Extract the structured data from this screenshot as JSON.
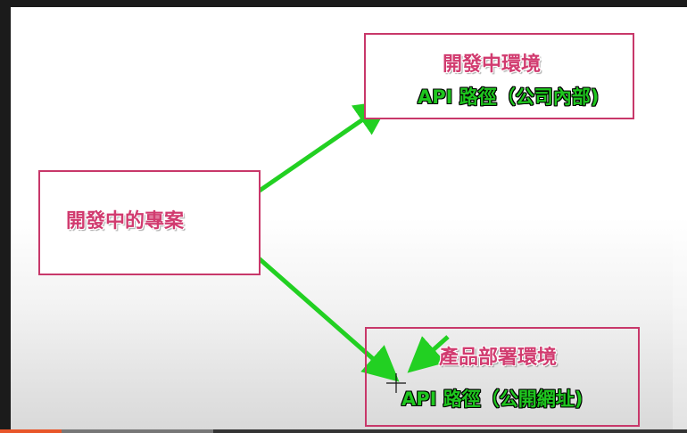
{
  "nodes": {
    "source": {
      "label": "開發中的專案"
    },
    "dev_env": {
      "title": "開發中環境",
      "subtitle": "API 路徑（公司內部)"
    },
    "prod_env": {
      "title": "產品部署環境",
      "subtitle": "API 路徑（公開網址)"
    }
  },
  "colors": {
    "box_border": "#c8386a",
    "pink_text": "#d13b6f",
    "green_text": "#1fc71f",
    "arrow": "#22d022"
  },
  "video": {
    "progress_fraction": 0.09,
    "buffered_fraction": 0.31
  }
}
